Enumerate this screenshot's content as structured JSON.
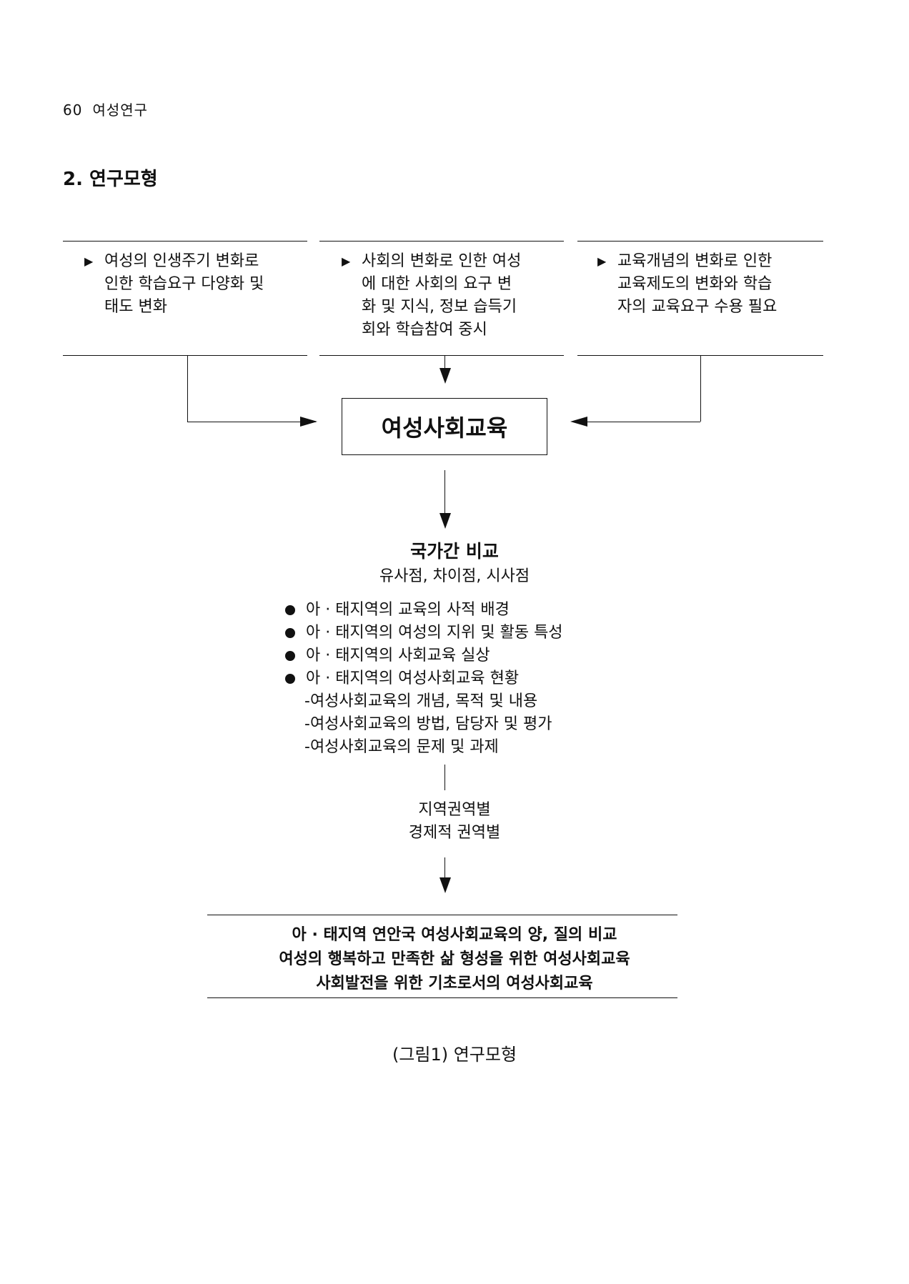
{
  "header": {
    "page_number": "60",
    "journal": "여성연구"
  },
  "section": {
    "title": "2. 연구모형"
  },
  "top_boxes": [
    {
      "lines": [
        "여성의 인생주기 변화로",
        "인한 학습요구 다양화 및",
        "태도 변화"
      ]
    },
    {
      "lines": [
        "사회의 변화로 인한 여성",
        "에 대한 사회의 요구 변",
        "화 및 지식, 정보 습득기",
        "회와 학습참여 중시"
      ]
    },
    {
      "lines": [
        "교육개념의 변화로 인한",
        "교육제도의 변화와 학습",
        "자의 교육요구 수용 필요"
      ]
    }
  ],
  "center": {
    "title": "여성사회교육"
  },
  "comparison": {
    "title": "국가간 비교",
    "subtitle": "유사점, 차이점, 시사점",
    "bullets": [
      "아 · 태지역의 교육의 사적 배경",
      "아 · 태지역의 여성의 지위 및 활동 특성",
      "아 · 태지역의 사회교육 실상",
      "아 · 태지역의 여성사회교육 현황"
    ],
    "subitems": [
      "-여성사회교육의 개념, 목적 및 내용",
      "-여성사회교육의 방법, 담당자 및 평가",
      "-여성사회교육의 문제 및 과제"
    ]
  },
  "regions": [
    "지역권역별",
    "경제적 권역별"
  ],
  "conclusion": [
    "아 · 태지역 연안국 여성사회교육의 양, 질의 비교",
    "여성의 행복하고 만족한 삶 형성을 위한 여성사회교육",
    "사회발전을 위한 기초로서의 여성사회교육"
  ],
  "caption": "(그림1) 연구모형"
}
